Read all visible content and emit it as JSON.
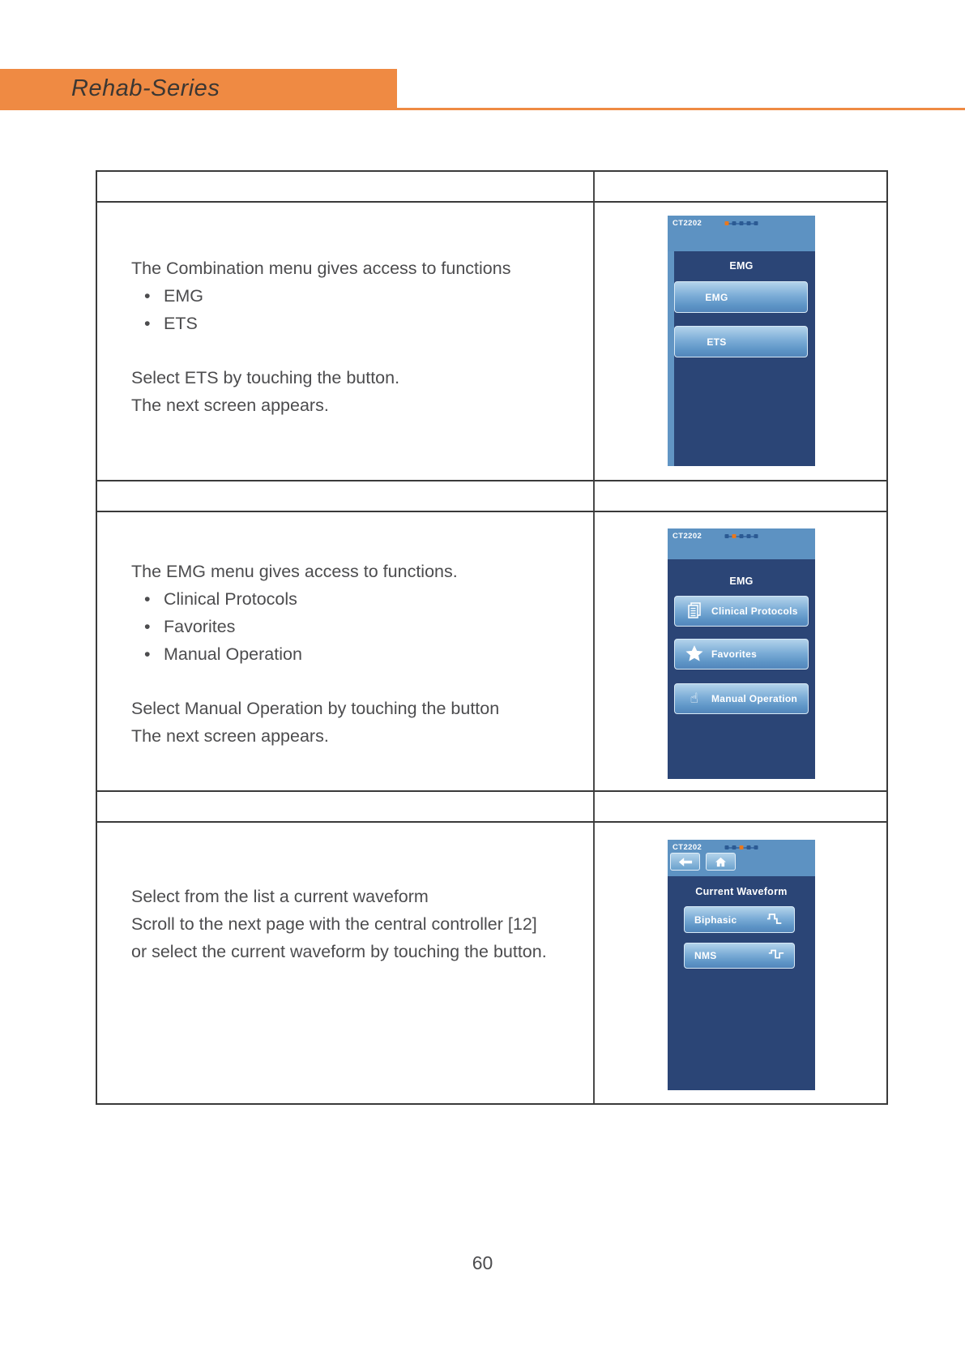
{
  "page": {
    "brand": "Rehab-Series",
    "page_number": "60"
  },
  "colors": {
    "accent_orange": "#EF8A43",
    "step_dot_active_orange": "#E8781E",
    "screen_header_blue": "#5D92C2",
    "screen_body_navy": "#2B4576",
    "screen_button_blue": "#7CADD7"
  },
  "table": {
    "rows": [
      {
        "intro": "The Combination menu gives access to functions",
        "bullets": [
          "EMG",
          "ETS"
        ],
        "actions": [
          "Select ETS by touching the button.",
          "The next screen appears."
        ],
        "screen": {
          "device_label": "CT2202",
          "step_indicator": {
            "total": 5,
            "active": 1
          },
          "title": "EMG",
          "buttons": [
            {
              "label": "EMG"
            },
            {
              "label": "ETS"
            }
          ]
        }
      },
      {
        "intro": "The EMG menu gives access to functions.",
        "bullets": [
          "Clinical Protocols",
          "Favorites",
          "Manual Operation"
        ],
        "actions": [
          "Select Manual Operation by touching the button",
          "The next screen appears."
        ],
        "screen": {
          "device_label": "CT2202",
          "step_indicator": {
            "total": 5,
            "active": 2
          },
          "title": "EMG",
          "buttons": [
            {
              "label": "Clinical Protocols",
              "icon": "clinical-protocols-icon"
            },
            {
              "label": "Favorites",
              "icon": "star-icon"
            },
            {
              "label": "Manual Operation",
              "icon": "hand-icon"
            }
          ]
        }
      },
      {
        "lines": [
          "Select from the list a current waveform",
          "Scroll to the next page with the central controller [12]",
          "or select the current waveform by touching the button."
        ],
        "screen": {
          "device_label": "CT2202",
          "step_indicator": {
            "total": 5,
            "active": 3
          },
          "nav": [
            "back-icon",
            "home-icon"
          ],
          "title": "Current Waveform",
          "buttons": [
            {
              "label": "Biphasic",
              "icon": "biphasic-waveform-icon"
            },
            {
              "label": "NMS",
              "icon": "nms-waveform-icon"
            }
          ]
        }
      }
    ]
  }
}
